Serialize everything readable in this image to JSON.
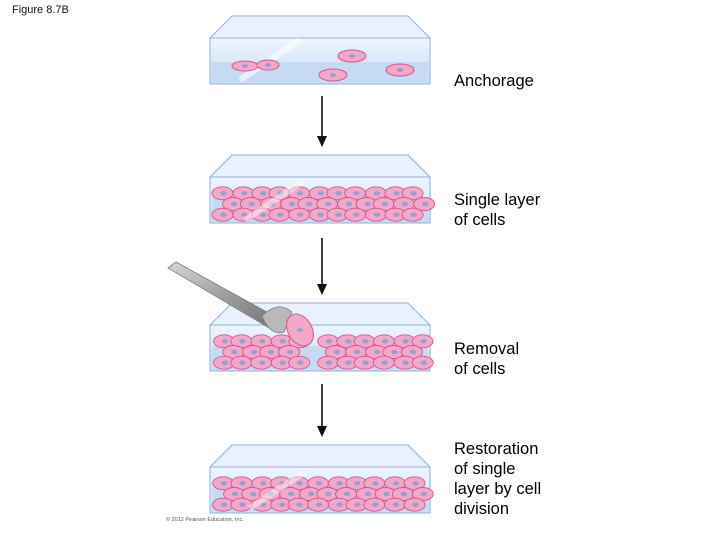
{
  "figure_label": "Figure 8.7B",
  "steps": [
    {
      "lines": [
        "Anchorage"
      ]
    },
    {
      "lines": [
        "Single layer",
        "of cells"
      ]
    },
    {
      "lines": [
        "Removal",
        "of cells"
      ]
    },
    {
      "lines": [
        "Restoration",
        "of single",
        "layer by cell",
        "division"
      ]
    }
  ],
  "copyright": "© 2012 Pearson Education, Inc.",
  "colors": {
    "dish_fill": "#dce9f8",
    "dish_edge": "#8fb2dd",
    "medium": "#c6dbf3",
    "cell_fill": "#f2a9c9",
    "cell_edge": "#d2558e",
    "nucleus": "#9a9ed0",
    "arrow": "#111111",
    "needle": "#a6a6a6"
  }
}
